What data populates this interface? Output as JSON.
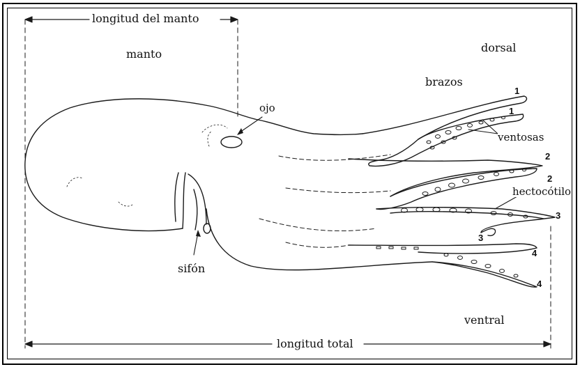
{
  "labels": {
    "mantle_length": "longitud del manto",
    "mantle": "manto",
    "dorsal": "dorsal",
    "arms": "brazos",
    "eye": "ojo",
    "suckers": "ventosas",
    "hectocotylus": "hectocótilo",
    "siphon": "sifón",
    "ventral": "ventral",
    "total_length": "longitud total"
  },
  "arm_numbers": [
    "1",
    "1",
    "2",
    "2",
    "3",
    "3",
    "4",
    "4"
  ],
  "colors": {
    "line": "#1a1a1a",
    "background": "#ffffff"
  }
}
